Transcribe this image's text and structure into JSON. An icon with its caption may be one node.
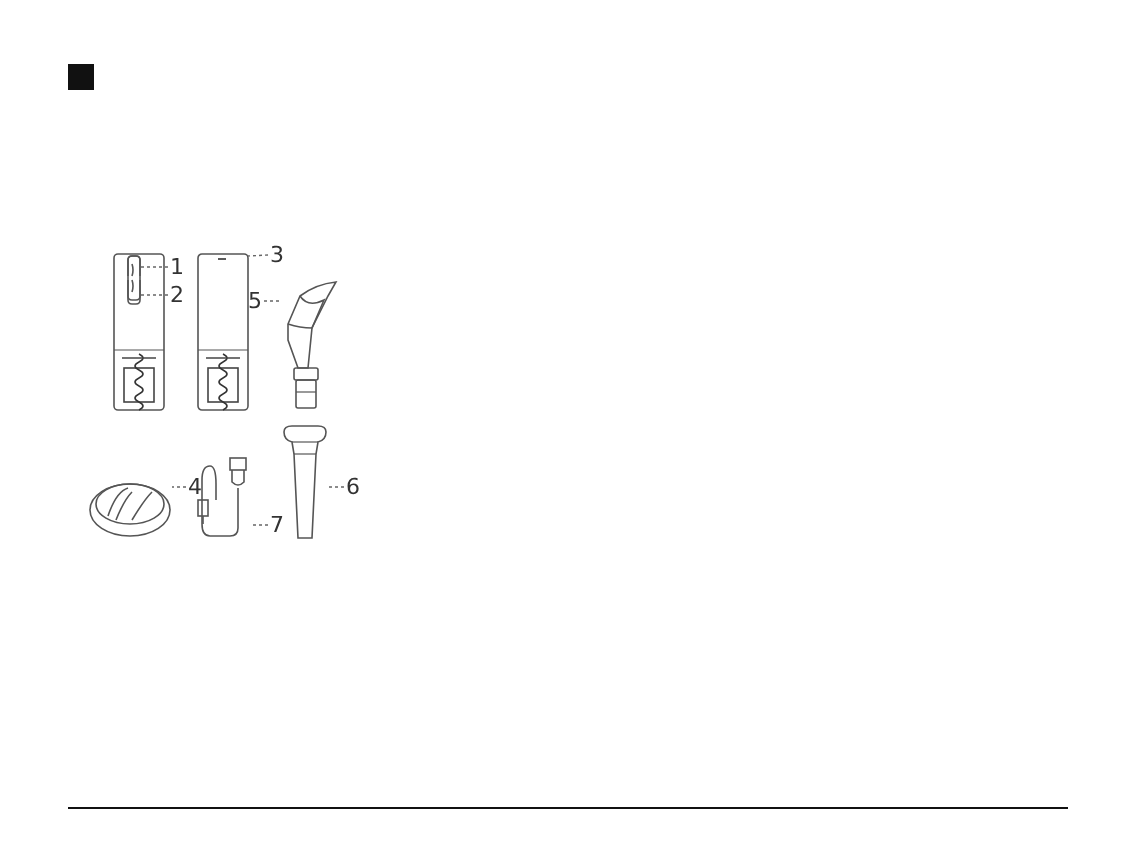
{
  "diagram": {
    "nodes": [
      {
        "text": [
          "1"
        ]
      },
      {
        "text": [
          "2"
        ]
      },
      {
        "text": [
          "3"
        ]
      },
      {
        "text": [
          "5"
        ]
      },
      {
        "text": [
          "4"
        ]
      },
      {
        "text": [
          "7"
        ]
      },
      {
        "text": [
          "6"
        ]
      },
      {
        "text": [],
        "shape": "picture"
      },
      {
        "text": [],
        "shape": "picture"
      },
      {
        "text": [],
        "shape": "picture"
      },
      {
        "text": [],
        "shape": "picture"
      },
      {
        "text": [],
        "shape": "picture"
      },
      {
        "text": [],
        "shape": "picture"
      },
      {
        "text": [],
        "shape": "picture"
      }
    ],
    "edges": [
      {
        "from": 0,
        "to": 7,
        "arrow": "none",
        "style": "dashed"
      },
      {
        "from": 1,
        "to": 8,
        "arrow": "none",
        "style": "dashed"
      },
      {
        "from": 2,
        "to": 9,
        "arrow": "none",
        "style": "dashed"
      },
      {
        "from": 3,
        "to": 10,
        "arrow": "none",
        "style": "dashed"
      },
      {
        "from": 4,
        "to": 11,
        "arrow": "none",
        "style": "dashed"
      },
      {
        "from": 5,
        "to": 12,
        "arrow": "none",
        "style": "dashed"
      },
      {
        "from": 6,
        "to": 13,
        "arrow": "none",
        "style": "dashed"
      }
    ]
  }
}
